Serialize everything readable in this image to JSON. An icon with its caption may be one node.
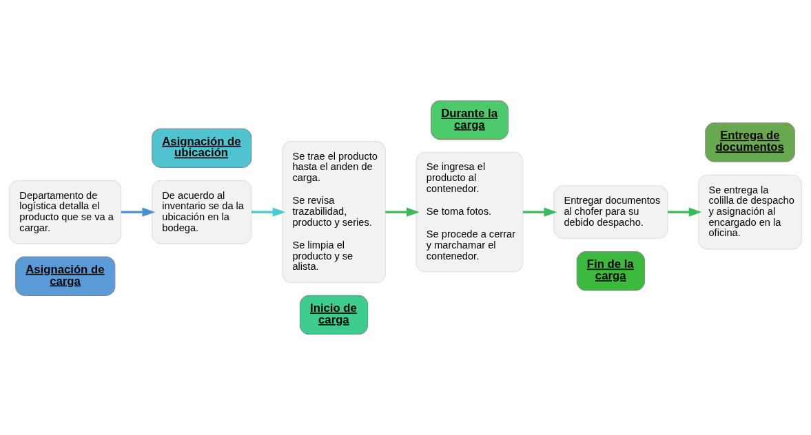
{
  "diagram": {
    "nodes": [
      {
        "text": [
          "Departamento de logística detalla el producto que se va a cargar."
        ]
      },
      {
        "text": [
          "Asignación de carga"
        ]
      },
      {
        "text": [
          "Asignación de ubicación"
        ]
      },
      {
        "text": [
          "De acuerdo al inventario se da la ubicación en la bodega."
        ]
      },
      {
        "text": [
          "Se trae el producto hasta el anden de carga.",
          "Se revisa trazabilidad, producto y series.",
          "Se limpia el producto y se alista."
        ]
      },
      {
        "text": [
          "Inicio de carga"
        ]
      },
      {
        "text": [
          "Durante la carga"
        ]
      },
      {
        "text": [
          "Se ingresa el producto al contenedor.",
          "Se toma fotos.",
          "Se procede a cerrar y marchamar el contenedor."
        ]
      },
      {
        "text": [
          "Entregar documentos al chofer para su debido despacho."
        ]
      },
      {
        "text": [
          "Fin de la carga"
        ]
      },
      {
        "text": [
          "Entrega de documentos"
        ]
      },
      {
        "text": [
          "Se entrega la colilla de despacho y asignación al encargado en la oficina."
        ]
      }
    ],
    "edges": [
      {
        "from": 0,
        "to": 3,
        "arrow": "to",
        "color": "#4a8fd6"
      },
      {
        "from": 3,
        "to": 4,
        "arrow": "to",
        "color": "#4cc9d4"
      },
      {
        "from": 4,
        "to": 7,
        "arrow": "to"
      },
      {
        "from": 7,
        "to": 8,
        "arrow": "to"
      },
      {
        "from": 8,
        "to": 11,
        "arrow": "to"
      }
    ]
  }
}
